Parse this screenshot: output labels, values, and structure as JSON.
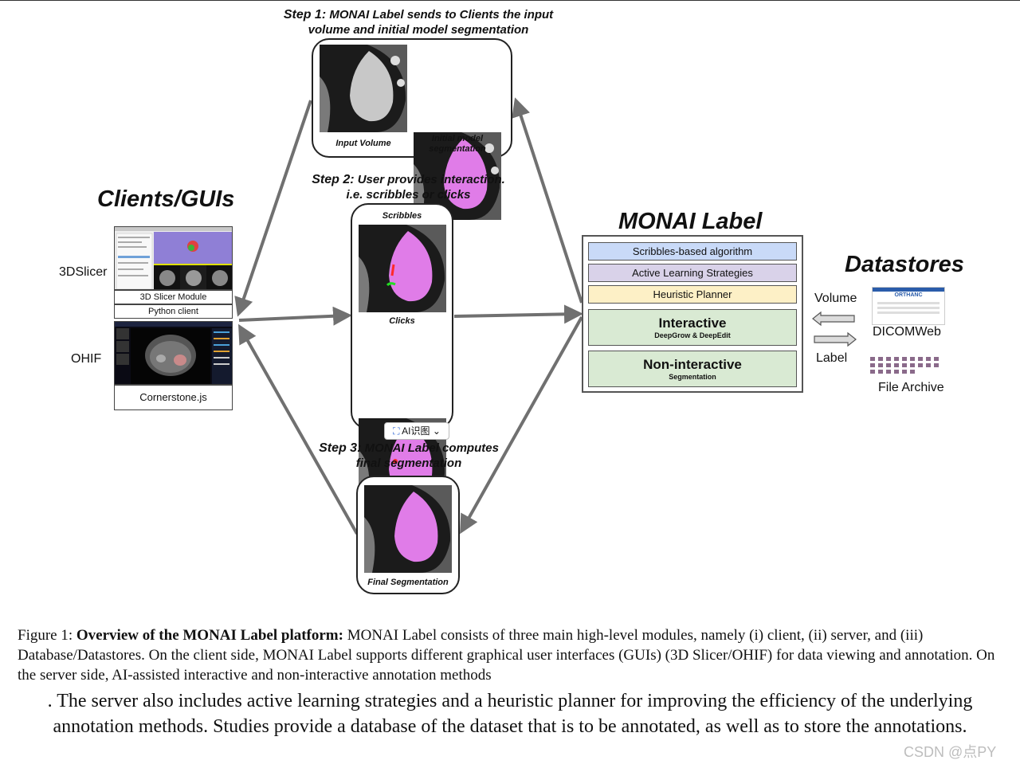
{
  "step1": {
    "lead": "Step 1:",
    "text1": "MONAI Label sends to Clients the input",
    "text2": "volume and initial model segmentation"
  },
  "step1_card": {
    "left_caption": "Input Volume",
    "right_caption_1": "Initial model",
    "right_caption_2": "segmentation"
  },
  "step2": {
    "lead": "Step 2:",
    "text1": "User provides interaction.",
    "text2": "i.e. scribbles or clicks"
  },
  "step2_card": {
    "top_caption": "Scribbles",
    "mid_caption": "Clicks"
  },
  "ai_chip": {
    "label": "AI识图",
    "chevron": "⌄"
  },
  "step3": {
    "lead": "Step 3:",
    "text1": "MONAI Label computes",
    "text2": "final segmentation"
  },
  "step3_card": {
    "caption": "Final Segmentation"
  },
  "clients": {
    "title": "Clients/GUIs",
    "slicer_label": "3DSlicer",
    "slicer_module": "3D Slicer Module",
    "slicer_client": "Python client",
    "ohif_label": "OHIF",
    "ohif_lib": "Cornerstone.js"
  },
  "monai": {
    "title": "MONAI Label",
    "rows": {
      "scribbles": "Scribbles-based algorithm",
      "active": "Active Learning Strategies",
      "heuristic": "Heuristic Planner",
      "interactive": "Interactive",
      "interactive_sub": "DeepGrow & DeepEdit",
      "noninteractive": "Non-interactive",
      "noninteractive_sub": "Segmentation"
    }
  },
  "datastores": {
    "title": "Datastores",
    "volume": "Volume",
    "label": "Label",
    "dicomweb": "DICOMWeb",
    "dicom_logo": "ORTHANC",
    "file_archive": "File Archive"
  },
  "caption": {
    "prefix": "Figure 1: ",
    "bold": "Overview of the MONAI Label platform:",
    "body": " MONAI Label consists of three main high-level modules, namely (i) client, (ii) server, and (iii) Database/Datastores. On the client side, MONAI Label supports different graphical user interfaces (GUIs) (3D Slicer/OHIF) for data viewing and annotation. On the server side, AI-assisted interactive and non-interactive annotation methods",
    "continuation": ". The server also includes active learning strategies and a heuristic planner for improving the efficiency of the underlying annotation methods. Studies provide a database of the dataset that is to be annotated, as well as to store the annotations."
  },
  "watermark": "CSDN @点PY",
  "colors": {
    "scribbles_bg": "#c9daf8",
    "active_bg": "#d9d2e9",
    "heuristic_bg": "#fdf0c6",
    "interactive_bg": "#d9ead3",
    "arrow": "#707070",
    "segmentation": "#e07ce8"
  }
}
